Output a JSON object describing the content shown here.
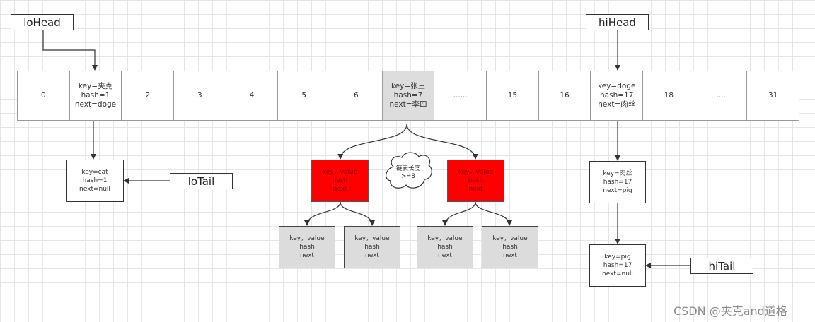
{
  "pointers": {
    "loHead": "loHead",
    "hiHead": "hiHead",
    "loTail": "loTail",
    "hiTail": "hiTail"
  },
  "array": {
    "cells": [
      "0",
      "key=夹克\nhash=1\nnext=doge",
      "2",
      "3",
      "4",
      "5",
      "6",
      "key=张三\nhash=7\nnext=李四",
      "......",
      "15",
      "16",
      "key=doge\nhash=17\nnext=肉丝",
      "18",
      "....",
      "31"
    ]
  },
  "low_list": {
    "cat_node": "key=cat\nhash=1\nnext=null"
  },
  "high_list": {
    "rousi_node": "key=肉丝\nhash=17\nnext=pig",
    "pig_node": "key=pig\nhash=17\nnext=null"
  },
  "tree": {
    "red_left": "key，value\nhash\nnext",
    "red_right": "key，value\nhash\nnext",
    "leaf_1": "key，value\nhash\nnext",
    "leaf_2": "key，value\nhash\nnext",
    "leaf_3": "key，value\nhash\nnext",
    "leaf_4": "key，value\nhash\nnext",
    "cloud_note": "链表长度\n>=8"
  },
  "watermark": "CSDN @夹克and道格",
  "colors": {
    "red_node": "#ff0000",
    "gray_node": "#dcdcdc",
    "shaded_cell": "#dddddd"
  }
}
